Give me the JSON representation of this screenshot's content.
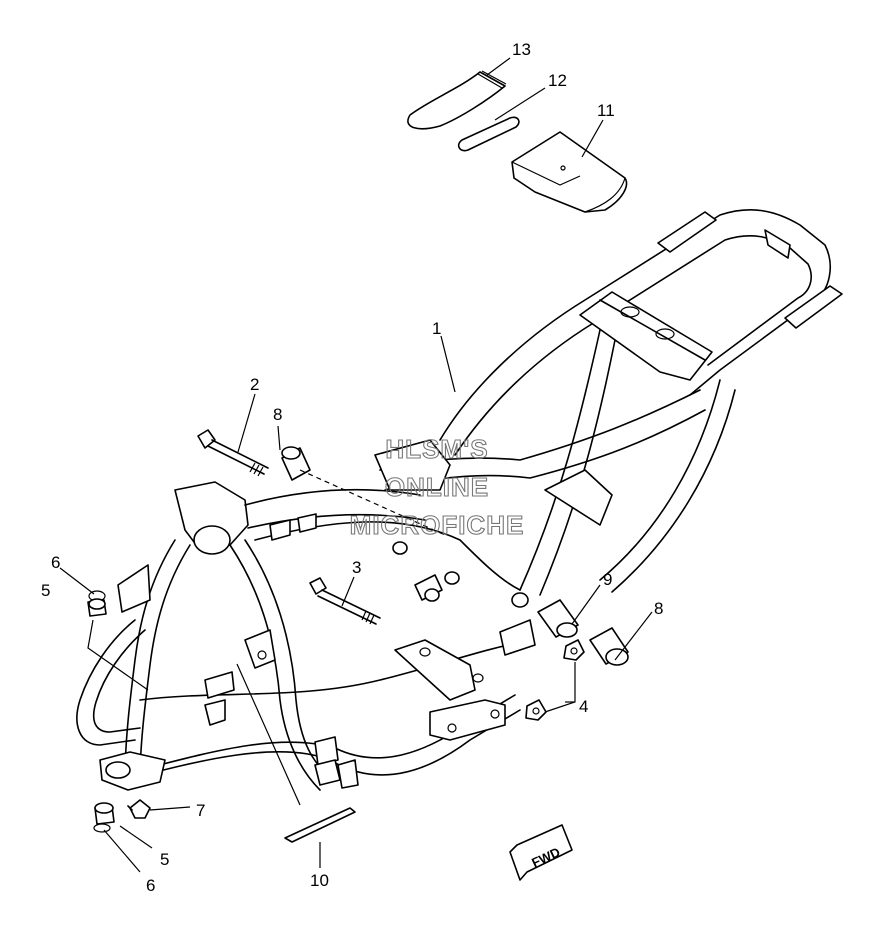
{
  "diagram": {
    "watermark": [
      "HLSM'S",
      "ONLINE",
      "MICROFICHE"
    ],
    "fwd_label": "FWD",
    "callouts": [
      {
        "id": "c1",
        "label": "1"
      },
      {
        "id": "c2",
        "label": "2"
      },
      {
        "id": "c3",
        "label": "3"
      },
      {
        "id": "c4",
        "label": "4"
      },
      {
        "id": "c5a",
        "label": "5"
      },
      {
        "id": "c5b",
        "label": "5"
      },
      {
        "id": "c6a",
        "label": "6"
      },
      {
        "id": "c6b",
        "label": "6"
      },
      {
        "id": "c7",
        "label": "7"
      },
      {
        "id": "c8a",
        "label": "8"
      },
      {
        "id": "c8b",
        "label": "8"
      },
      {
        "id": "c9",
        "label": "9"
      },
      {
        "id": "c10",
        "label": "10"
      },
      {
        "id": "c11",
        "label": "11"
      },
      {
        "id": "c12",
        "label": "12"
      },
      {
        "id": "c13",
        "label": "13"
      }
    ]
  }
}
